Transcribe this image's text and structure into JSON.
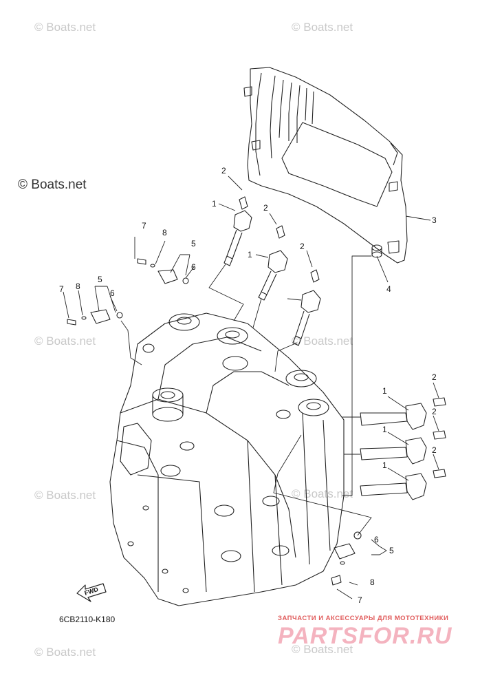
{
  "watermarks": [
    "© Boats.net",
    "© Boats.net",
    "© Boats.net",
    "© Boats.net",
    "© Boats.net",
    "© Boats.net",
    "© Boats.net",
    "© Boats.net",
    "© Boats.net"
  ],
  "fwd_label": "FWD",
  "diagram_code": "6CB2110-K180",
  "promo": {
    "tagline": "ЗАПЧАСТИ И АКСЕССУАРЫ ДЛЯ МОТОТЕХНИКИ",
    "logo": "PARTSFOR.RU"
  },
  "callouts": {
    "c1": "2",
    "c2": "1",
    "c3": "2",
    "c4": "3",
    "c5": "1",
    "c6": "2",
    "c7": "7",
    "c8": "8",
    "c9": "5",
    "c10": "6",
    "c11": "4",
    "c12": "5",
    "c13": "7",
    "c14": "8",
    "c15": "6",
    "c16": "2",
    "c17": "1",
    "c18": "2",
    "c19": "1",
    "c20": "2",
    "c21": "1",
    "c22": "6",
    "c23": "5",
    "c24": "8",
    "c25": "7"
  }
}
